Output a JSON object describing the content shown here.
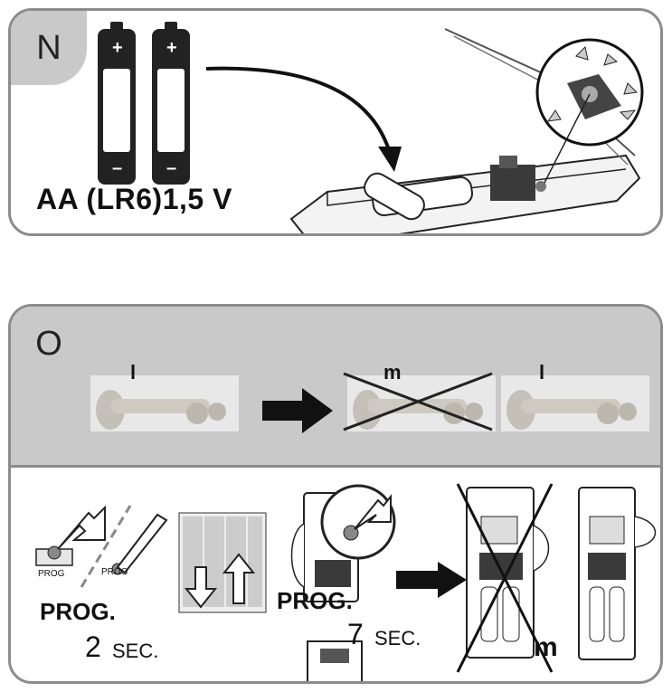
{
  "panel_n": {
    "letter": "N",
    "battery_plus": "+",
    "battery_minus": "–",
    "battery_spec": "AA (LR6)1,5 V"
  },
  "panel_o": {
    "letter": "O",
    "label_l": "l",
    "label_m": "m",
    "prog_small": "PROG",
    "prog_label_1": "PROG.",
    "duration_1_value": "2",
    "duration_1_unit": "SEC.",
    "prog_label_2": "PROG.",
    "duration_2_value": "7",
    "duration_2_unit": "SEC.",
    "label_m_bottom": "m"
  }
}
